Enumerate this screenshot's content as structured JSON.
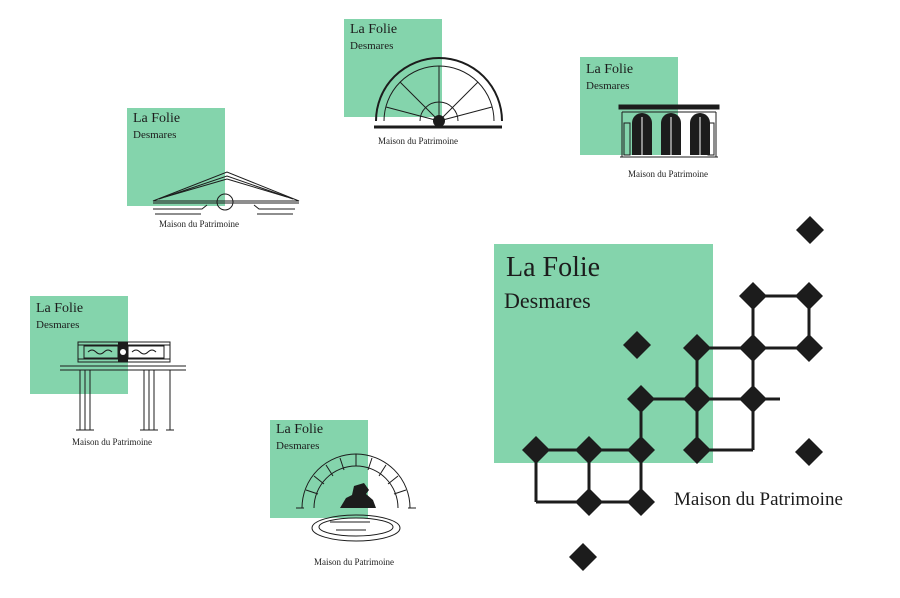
{
  "brand": {
    "line1": "La Folie",
    "line2": "Desmares",
    "tagline": "Maison du Patrimoine"
  },
  "colors": {
    "green": "#84d4ac",
    "ink": "#1c1c1c"
  },
  "variants": [
    {
      "motif": "pediment-icon"
    },
    {
      "motif": "fanlight-icon"
    },
    {
      "motif": "arcade-windows-icon"
    },
    {
      "motif": "portal-columns-icon"
    },
    {
      "motif": "fountain-icon"
    },
    {
      "motif": "diamond-lattice-icon"
    }
  ]
}
